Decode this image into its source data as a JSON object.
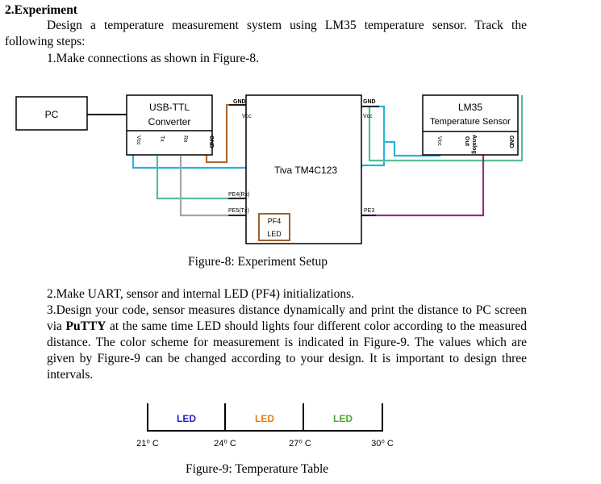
{
  "section": {
    "number": "2",
    "title": ".Experiment",
    "intro": "Design a temperature measurement system using LM35 temperature sensor. Track the following steps:",
    "step1": "1.Make connections as shown in Figure-8."
  },
  "figure8": {
    "pc": "PC",
    "usb_line1": "USB-TTL",
    "usb_line2": "Converter",
    "usb_pins": [
      "Vcc",
      "Tx",
      "Rx",
      "GND"
    ],
    "gnd": "GND",
    "vcc": "Vcc",
    "mcu": "Tiva TM4C123",
    "pe4": "PE4(Rx)",
    "pe5": "PE5(Tx)",
    "pe3": "PE3",
    "pf4": "PF4",
    "led": "LED",
    "lm35_line1": "LM35",
    "lm35_line2": "Temperature Sensor",
    "lm35_vcc": "Vcc",
    "lm35_analog1": "Analog",
    "lm35_analog2": "Out",
    "lm35_gnd": "GND",
    "caption": "Figure-8: Experiment Setup"
  },
  "steps": {
    "step2": "2.Make UART, sensor and internal LED (PF4) initializations.",
    "step3_a": "3.Design your code, sensor measures distance dynamically and print the distance to PC screen via ",
    "step3_bold": "PuTTY",
    "step3_b": " at the same time LED should lights four different color according to the measured distance. The color scheme for measurement is indicated in Figure-9. The values which are given by Figure-9 can be changed according to your design. It is important to design three intervals."
  },
  "figure9": {
    "led_labels": [
      "LED",
      "LED",
      "LED"
    ],
    "led_colors": [
      "#1f1fd0",
      "#e07b1a",
      "#4fa82a"
    ],
    "temps": [
      "21⁰ C",
      "24⁰ C",
      "27⁰ C",
      "30⁰ C"
    ],
    "caption": "Figure-9: Temperature Table"
  },
  "colors": {
    "wire_cyan": "#2ab3d6",
    "wire_green": "#56c08f",
    "wire_gray": "#a6a6a6",
    "wire_brown": "#b06a35",
    "wire_purple": "#93307d",
    "pf4_border": "#a0602a"
  }
}
